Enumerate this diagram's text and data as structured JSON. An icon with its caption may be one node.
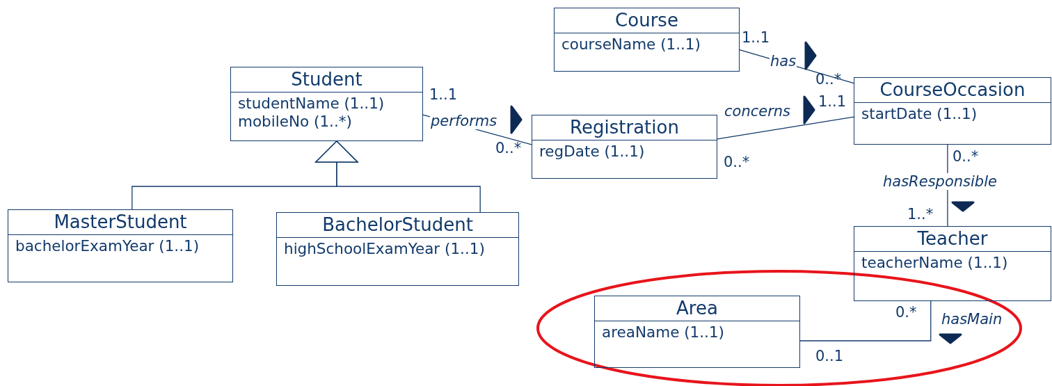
{
  "diagram": {
    "nodes": [
      {
        "text": [
          "Course",
          "courseName (1..1)"
        ]
      },
      {
        "text": [
          "Student",
          "studentName (1..1)",
          "mobileNo (1..*)"
        ]
      },
      {
        "text": [
          "Registration",
          "regDate (1..1)"
        ]
      },
      {
        "text": [
          "CourseOccasion",
          "startDate (1..1)"
        ]
      },
      {
        "text": [
          "MasterStudent",
          "bachelorExamYear (1..1)"
        ]
      },
      {
        "text": [
          "BachelorStudent",
          "highSchoolExamYear (1..1)"
        ]
      },
      {
        "text": [
          "Teacher",
          "teacherName (1..1)"
        ]
      },
      {
        "text": [
          "Area",
          "areaName (1..1)"
        ]
      }
    ],
    "edges": [
      {
        "from": 0,
        "to": 3,
        "arrow": "none",
        "label": "has"
      },
      {
        "from": 1,
        "to": 2,
        "arrow": "none",
        "label": "performs"
      },
      {
        "from": 2,
        "to": 3,
        "arrow": "none",
        "label": "concerns"
      },
      {
        "from": 3,
        "to": 6,
        "arrow": "none",
        "label": "hasResponsible"
      },
      {
        "from": 6,
        "to": 7,
        "arrow": "none",
        "label": "hasMain"
      },
      {
        "from": 4,
        "to": 1,
        "arrow": "to"
      },
      {
        "from": 5,
        "to": 1,
        "arrow": "to"
      }
    ],
    "labels": [
      "1..1",
      "0..*",
      "1..1",
      "1..1",
      "0..*",
      "0..*",
      "0..*",
      "1..*",
      "0.*",
      "0..1"
    ]
  }
}
